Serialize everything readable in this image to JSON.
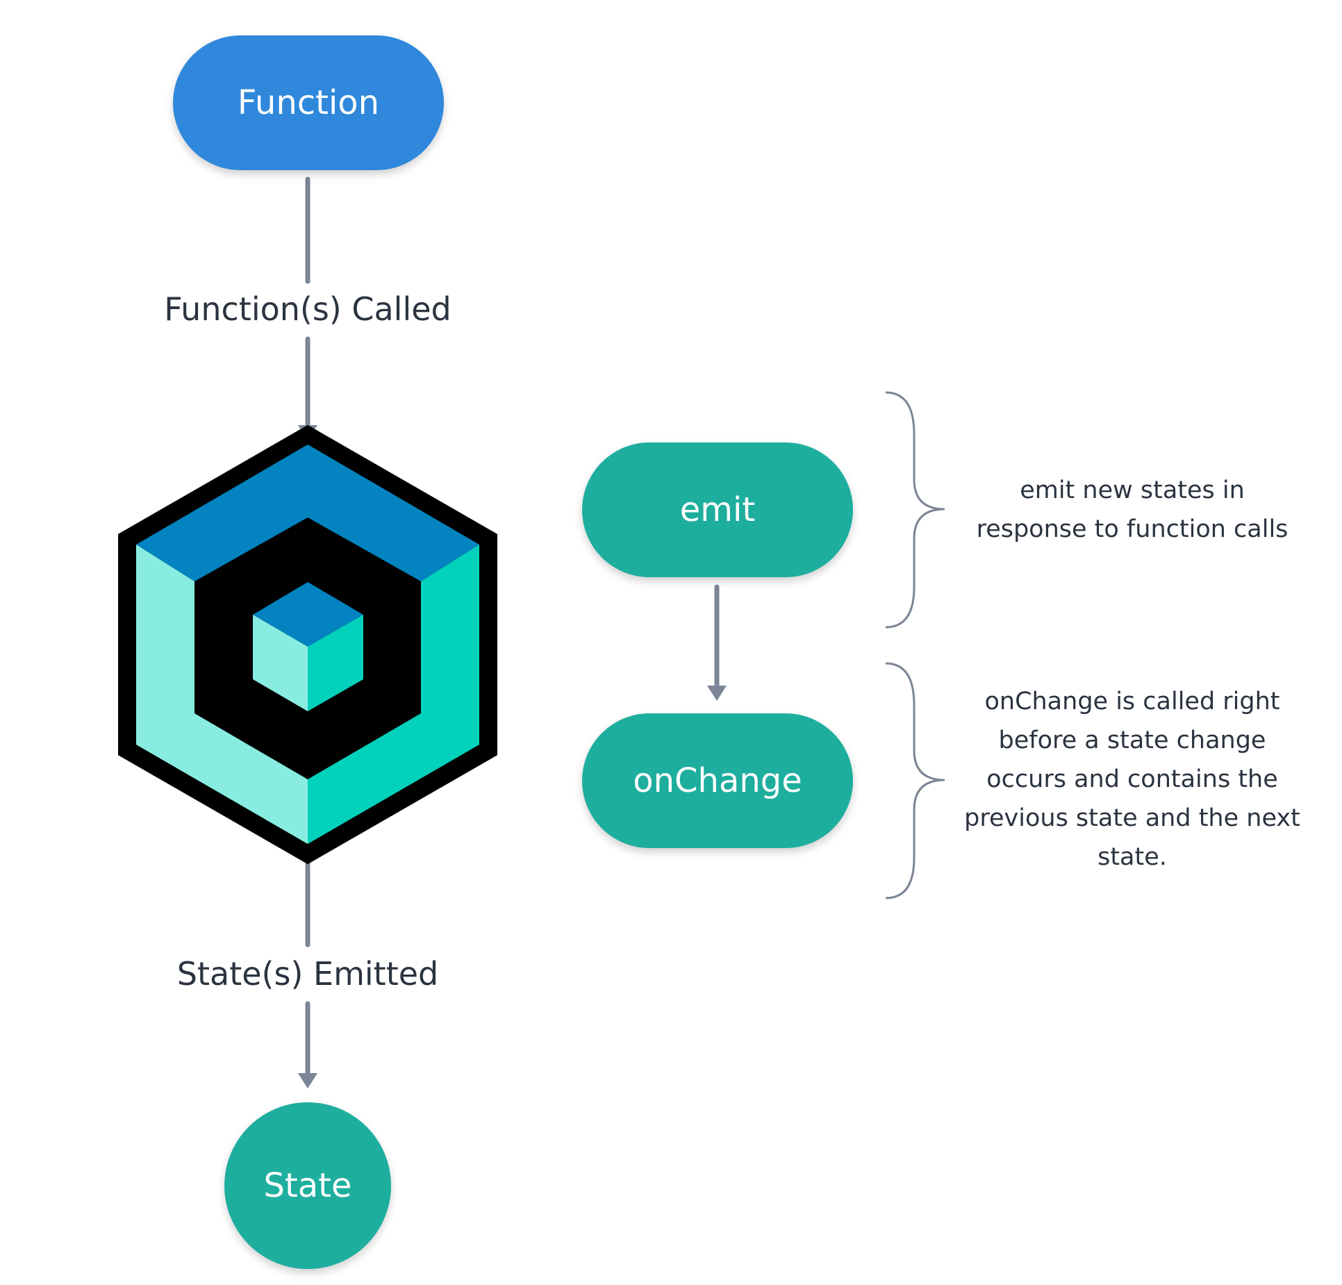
{
  "nodes": {
    "function": "Function",
    "emit": "emit",
    "on_change": "onChange",
    "state": "State"
  },
  "edge_labels": {
    "functions_called": "Function(s) Called",
    "states_emitted": "State(s) Emitted"
  },
  "notes": {
    "emit": [
      "emit new states in",
      "response to function calls"
    ],
    "on_change": [
      "onChange is called right",
      "before a state change",
      "occurs and contains the",
      "previous state and the next",
      "state."
    ]
  },
  "colors": {
    "function_node": "#2f88db",
    "teal_node": "#1eae9e",
    "arrow": "#7b8595",
    "text": "#2b3340",
    "logo_blue": "#0384c0",
    "logo_light": "#88ece0",
    "logo_teal": "#02d2bc",
    "logo_black": "#000000"
  },
  "icons": {
    "center_logo": "hexagon-cube-logo"
  }
}
